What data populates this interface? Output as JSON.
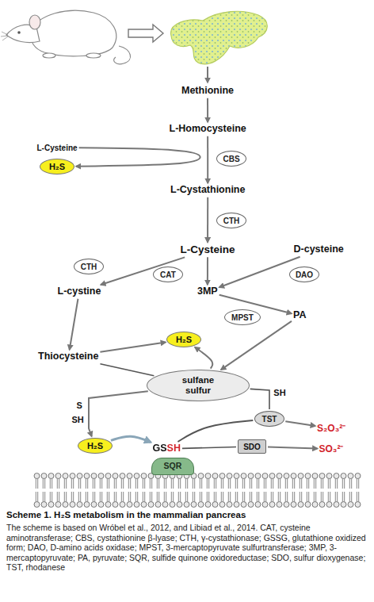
{
  "diagram": {
    "title": "Scheme 1. H₂S metabolism in the mammalian pancreas",
    "caption": "The scheme is based on Wróbel et al., 2012, and Libiad et al., 2014. CAT, cysteine aminotransferase; CBS, cystathionine β-lyase; CTH, γ-cystathionase; GSSG, glutathione oxidized form; DAO, D-amino acids oxidase; MPST, 3-mercaptopyruvate sulfurtransferase; 3MP, 3-mercaptopyruvate; PA, pyruvate; SQR, sulfide quinone oxidoreductase; SDO, sulfur dioxygenase; TST, rhodanese",
    "nodes": [
      {
        "text": [
          "Methionine"
        ]
      },
      {
        "text": [
          "L-Homocysteine"
        ]
      },
      {
        "text": [
          "L-Cysteine"
        ]
      },
      {
        "text": [
          "H₂S"
        ]
      },
      {
        "text": [
          "CBS"
        ]
      },
      {
        "text": [
          "L-Cystathionine"
        ]
      },
      {
        "text": [
          "CTH"
        ]
      },
      {
        "text": [
          "L-Cysteine"
        ]
      },
      {
        "text": [
          "D-cysteine"
        ]
      },
      {
        "text": [
          "CTH"
        ]
      },
      {
        "text": [
          "CAT"
        ]
      },
      {
        "text": [
          "DAO"
        ]
      },
      {
        "text": [
          "L-cystine"
        ]
      },
      {
        "text": [
          "3MP"
        ]
      },
      {
        "text": [
          "MPST"
        ]
      },
      {
        "text": [
          "PA"
        ]
      },
      {
        "text": [
          "H₂S"
        ]
      },
      {
        "text": [
          "Thiocysteine"
        ]
      },
      {
        "text": [
          "sulfane sulfur"
        ]
      },
      {
        "text": [
          "TST"
        ]
      },
      {
        "text": [
          "S₂O₃²⁻"
        ]
      },
      {
        "text": [
          "H₂S"
        ]
      },
      {
        "text": [
          "GSSH"
        ]
      },
      {
        "text": [
          "SDO"
        ]
      },
      {
        "text": [
          "SO₃²⁻"
        ]
      },
      {
        "text": [
          "SQR"
        ]
      }
    ],
    "edges": [
      {
        "from": 0,
        "to": 1,
        "arrow": "to"
      },
      {
        "from": 1,
        "to": 5,
        "arrow": "to"
      },
      {
        "from": 2,
        "to": 3,
        "arrow": "to"
      },
      {
        "from": 5,
        "to": 7,
        "arrow": "to"
      },
      {
        "from": 7,
        "to": 12,
        "arrow": "to"
      },
      {
        "from": 7,
        "to": 13,
        "arrow": "to"
      },
      {
        "from": 8,
        "to": 13,
        "arrow": "to"
      },
      {
        "from": 12,
        "to": 17,
        "arrow": "to"
      },
      {
        "from": 13,
        "to": 15,
        "arrow": "to"
      },
      {
        "from": 17,
        "to": 16,
        "arrow": "to"
      },
      {
        "from": 17,
        "to": 18,
        "arrow": "none"
      },
      {
        "from": 15,
        "to": 18,
        "arrow": "to"
      },
      {
        "from": 18,
        "to": 16,
        "arrow": "to"
      },
      {
        "from": 18,
        "to": 21,
        "arrow": "to"
      },
      {
        "from": 21,
        "to": 22,
        "arrow": "to"
      },
      {
        "from": 22,
        "to": 19,
        "arrow": "none"
      },
      {
        "from": 19,
        "to": 20,
        "arrow": "to"
      },
      {
        "from": 22,
        "to": 23,
        "arrow": "none"
      },
      {
        "from": 23,
        "to": 24,
        "arrow": "to"
      },
      {
        "from": 18,
        "to": 19,
        "label": "SH",
        "arrow": "none"
      }
    ],
    "labels": [
      "S",
      "SH"
    ]
  }
}
